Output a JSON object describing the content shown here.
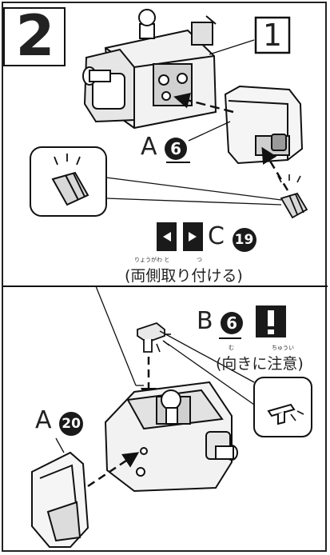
{
  "step": {
    "number": "2"
  },
  "box_marker": {
    "number": "1"
  },
  "top_part": {
    "letter": "A",
    "num": "6"
  },
  "arrows_part": {
    "letter": "C",
    "num": "19"
  },
  "note_top": {
    "text": "(両側取り付ける)",
    "ruby_left": "りょうがわ と",
    "ruby_right": "つ"
  },
  "mid_part": {
    "letter": "B",
    "num": "6"
  },
  "note_mid": {
    "text": "(向きに注意)",
    "ruby_left": "む",
    "ruby_right": "ちゅうい"
  },
  "bottom_part": {
    "letter": "A",
    "num": "20"
  },
  "colors": {
    "ink": "#1a1a1a",
    "paper": "#ffffff",
    "shade": "#d9d9d9"
  }
}
